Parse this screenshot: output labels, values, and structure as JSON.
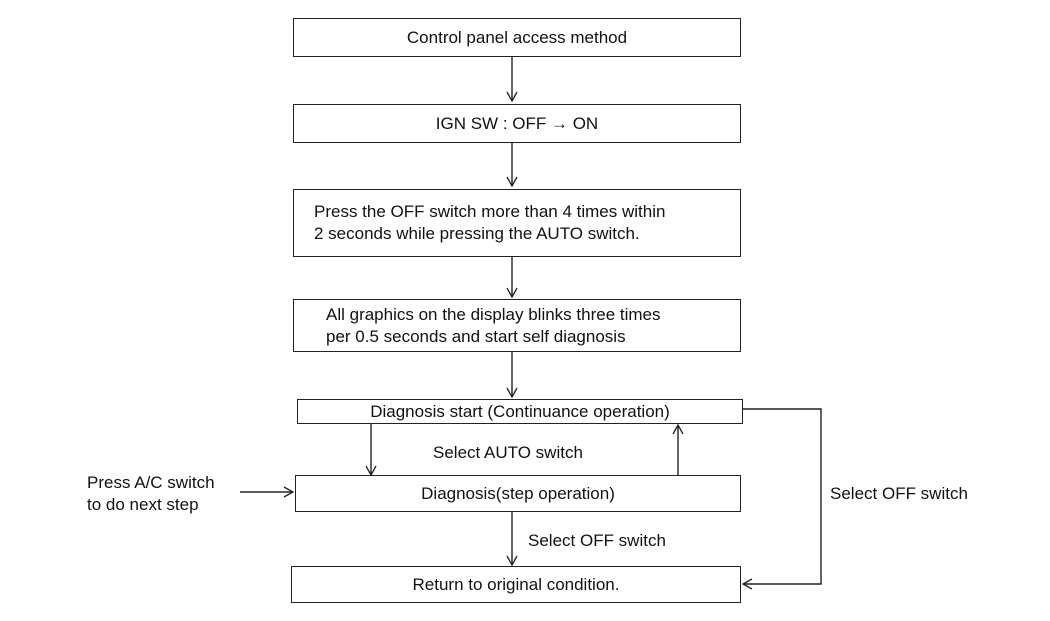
{
  "flow": {
    "step_access": "Control panel access method",
    "step_ign": "IGN SW : OFF → ON",
    "step_press": {
      "line1": "Press the OFF switch more than 4 times within",
      "line2": "2 seconds while pressing the AUTO switch."
    },
    "step_blink": {
      "line1": "All graphics on the display blinks three times",
      "line2": "per 0.5 seconds and start self diagnosis"
    },
    "step_diag_start": "Diagnosis start (Continuance operation)",
    "step_diag_step": "Diagnosis(step operation)",
    "step_return": "Return to original condition."
  },
  "labels": {
    "select_auto": "Select AUTO switch",
    "select_off_right": "Select OFF switch",
    "select_off_bottom": "Select OFF switch",
    "press_ac": {
      "line1": "Press A/C switch",
      "line2": "to do next step"
    }
  }
}
